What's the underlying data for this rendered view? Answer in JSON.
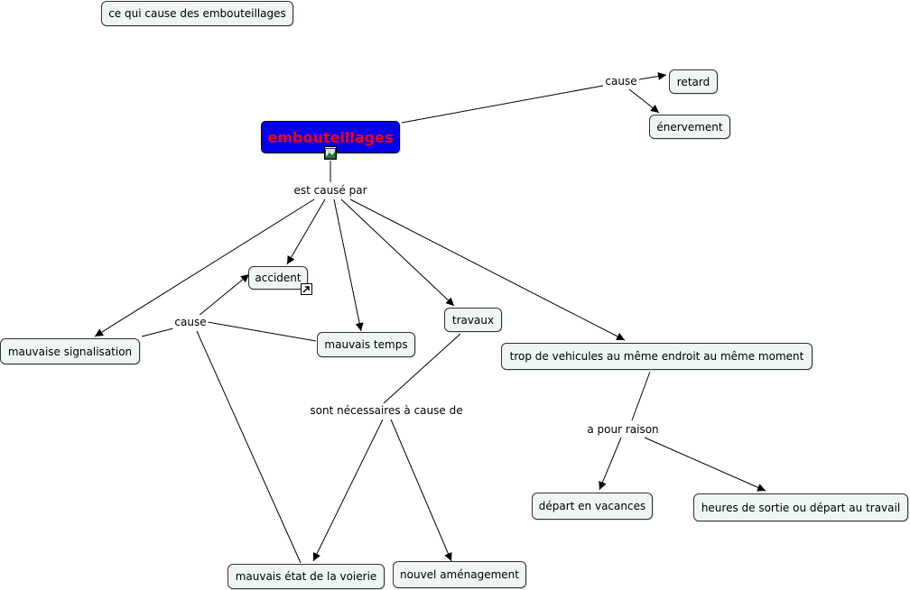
{
  "map": {
    "title_note": "ce qui cause des embouteillages",
    "main_concept": "embouteillages",
    "concepts": {
      "retard": "retard",
      "enervement": "énervement",
      "accident": "accident",
      "mauvais_temps": "mauvais temps",
      "travaux": "travaux",
      "mauvaise_signalisation": "mauvaise signalisation",
      "trop_vehicules": "trop de vehicules au même endroit au même moment",
      "depart_vacances": "départ en vacances",
      "heures_sortie": "heures de sortie ou départ au travail",
      "etat_voierie": "mauvais état de la voierie",
      "nouvel_amenagement": "nouvel aménagement"
    },
    "links": {
      "cause_top": "cause",
      "est_cause_par": "est causé par",
      "cause_left": "cause",
      "sont_necessaires": "sont nécessaires à cause de",
      "a_pour_raison": "a pour raison"
    },
    "colors": {
      "main_fill": "#0000ee",
      "main_text": "#ff0000",
      "node_fill": "#eef5f5",
      "line": "#000000"
    },
    "icons": {
      "main_badge": "image-icon",
      "accident_badge": "shortcut-arrow-icon"
    }
  }
}
